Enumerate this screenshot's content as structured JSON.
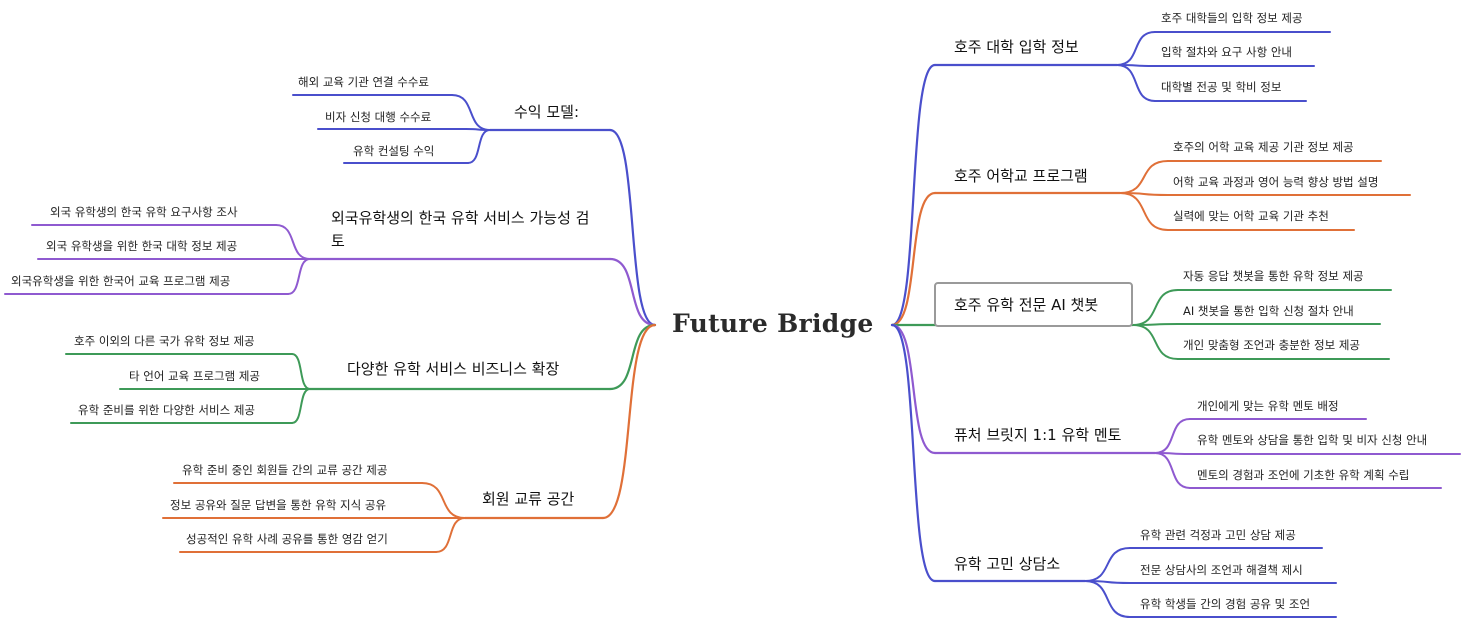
{
  "central": "Future Bridge",
  "colors": {
    "blue": "#4a4fcc",
    "orange": "#e07038",
    "green": "#3e9a58",
    "purple": "#8f5ad0"
  },
  "right": [
    {
      "label": "호주 대학 입학 정보",
      "color": "blue",
      "children": [
        "호주 대학들의 입학 정보 제공",
        "입학 절차와 요구 사항 안내",
        "대학별 전공 및 학비 정보"
      ]
    },
    {
      "label": "호주 어학교 프로그램",
      "color": "orange",
      "children": [
        "호주의 어학 교육 제공 기관 정보 제공",
        "어학 교육 과정과 영어 능력 향상 방법 설명",
        "실력에 맞는 어학 교육 기관 추천"
      ]
    },
    {
      "label": "호주 유학 전문 AI 챗봇",
      "color": "green",
      "children": [
        "자동 응답 챗봇을 통한 유학 정보 제공",
        "AI 챗봇을 통한 입학 신청 절차 안내",
        "개인 맞춤형 조언과 충분한 정보 제공"
      ]
    },
    {
      "label": "퓨처 브릿지 1:1 유학 멘토",
      "color": "purple",
      "children": [
        "개인에게 맞는 유학 멘토 배정",
        "유학 멘토와 상담을 통한 입학 및 비자 신청 안내",
        "멘토의 경험과 조언에 기초한 유학 계획 수립"
      ]
    },
    {
      "label": "유학 고민 상담소",
      "color": "blue",
      "children": [
        "유학 관련 걱정과 고민 상담 제공",
        "전문 상담사의 조언과 해결책 제시",
        "유학 학생들 간의 경험 공유 및 조언"
      ]
    }
  ],
  "left": [
    {
      "label": "수익 모델:",
      "color": "blue",
      "children": [
        "해외 교육 기관 연결 수수료",
        "비자 신청 대행 수수료",
        "유학 컨설팅 수익"
      ]
    },
    {
      "label": "외국유학생의 한국 유학 서비스 가능성 검토",
      "color": "purple",
      "children": [
        "외국 유학생의 한국 유학 요구사항 조사",
        "외국 유학생을 위한 한국 대학 정보 제공",
        "외국유학생을 위한 한국어 교육 프로그램 제공"
      ]
    },
    {
      "label": "다양한 유학 서비스 비즈니스 확장",
      "color": "green",
      "children": [
        "호주 이외의 다른 국가 유학 정보 제공",
        "타 언어 교육 프로그램 제공",
        "유학 준비를 위한 다양한 서비스 제공"
      ]
    },
    {
      "label": "회원 교류 공간",
      "color": "orange",
      "children": [
        "유학 준비 중인 회원들 간의 교류 공간 제공",
        "정보 공유와 질문 답변을 통한 유학 지식 공유",
        "성공적인 유학 사례 공유를 통한 영감 얻기"
      ]
    }
  ]
}
